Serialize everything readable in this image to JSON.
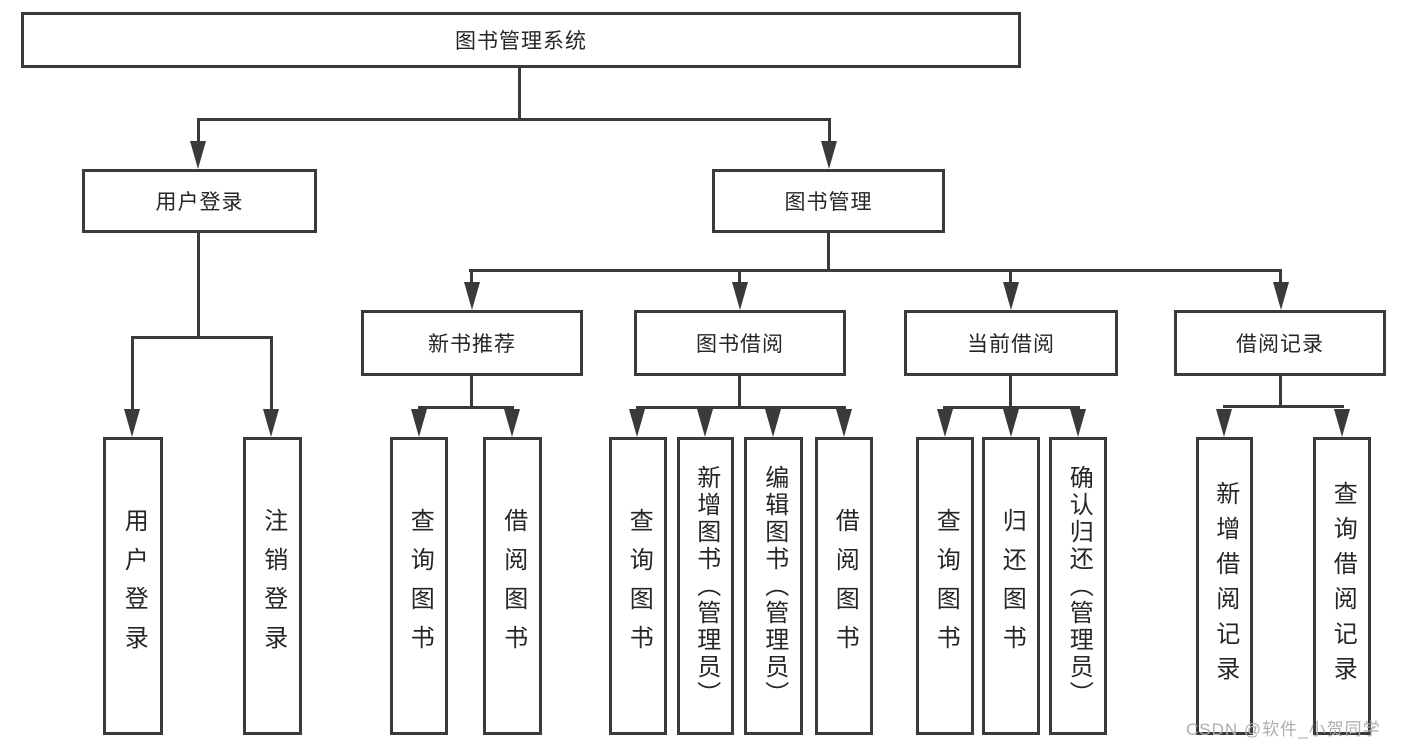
{
  "palette": {
    "line_color": "#3a3a3a",
    "text_color": "#262626",
    "watermark_color": "#aeaeae",
    "background": "#ffffff"
  },
  "diagram": {
    "root_label": "图书管理系统",
    "level2": [
      {
        "label": "用户登录"
      },
      {
        "label": "图书管理"
      }
    ],
    "level3": [
      {
        "label": "新书推荐"
      },
      {
        "label": "图书借阅"
      },
      {
        "label": "当前借阅"
      },
      {
        "label": "借阅记录"
      }
    ],
    "leaves": [
      {
        "label": "用户登录"
      },
      {
        "label": "注销登录"
      },
      {
        "label": "查询图书"
      },
      {
        "label": "借阅图书"
      },
      {
        "label": "查询图书"
      },
      {
        "label": "新增图书（管理员）"
      },
      {
        "label": "编辑图书（管理员）"
      },
      {
        "label": "借阅图书"
      },
      {
        "label": "查询图书"
      },
      {
        "label": "归还图书"
      },
      {
        "label": "确认归还（管理员）"
      },
      {
        "label": "新增借阅记录"
      },
      {
        "label": "查询借阅记录"
      }
    ]
  },
  "watermark": {
    "text": "CSDN @软件_小贺同学"
  }
}
